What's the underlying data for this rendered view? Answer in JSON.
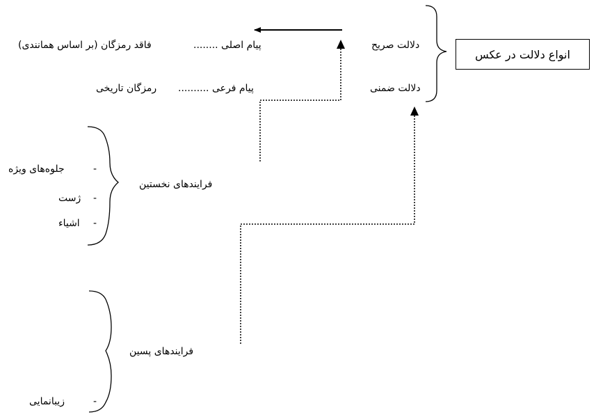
{
  "title": "انواع دلالت در عکس",
  "explicit": {
    "label": "دلالت صریح",
    "message": "پیام اصلی ........",
    "desc": "فاقد رمزگان (بر اساس همانندی)"
  },
  "implicit": {
    "label": "دلالت ضمنی",
    "message": "پیام فرعی ..........",
    "desc": "رمزگان تاریخی"
  },
  "primary": {
    "label": "فرایندهای نخستین",
    "items": [
      "جلوه‌های ویژه",
      "ژست",
      "اشیاء"
    ]
  },
  "secondary": {
    "label": "فرایندهای پسین",
    "items": [
      "زیبانمایی"
    ]
  },
  "dash": "-"
}
